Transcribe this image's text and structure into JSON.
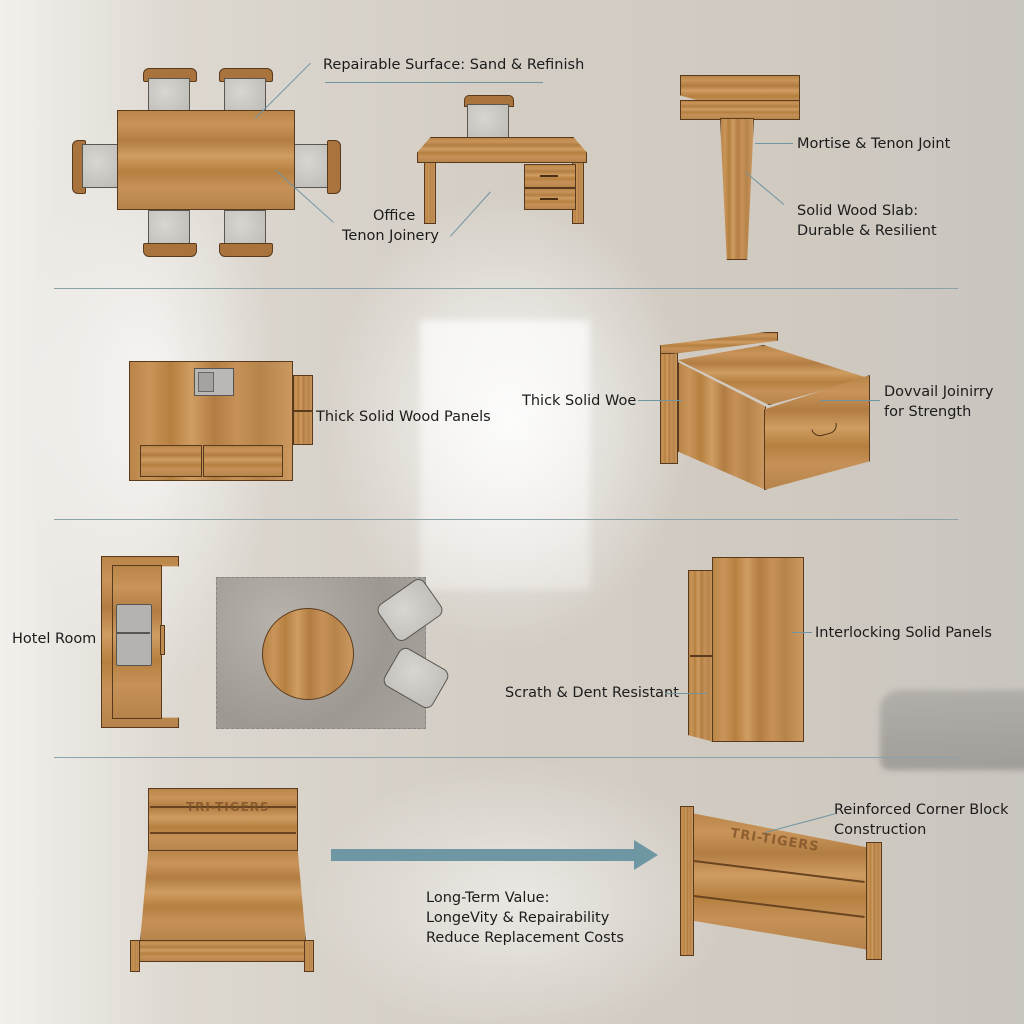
{
  "title": "Solid Wood Furniture Durability Infographic",
  "sections": [
    {
      "row": 1,
      "items": [
        {
          "illustration": "dining-table-with-six-chairs",
          "labels": [
            "Repairable Surface: Sand & Refinish"
          ]
        },
        {
          "illustration": "office-desk-with-chair-and-drawers",
          "labels": [
            "Office",
            "Tenon Joinery"
          ]
        },
        {
          "illustration": "table-corner-leg-detail",
          "labels": [
            "Mortise & Tenon Joint",
            "Solid Wood Slab:",
            "Durable & Resilient"
          ]
        }
      ]
    },
    {
      "row": 2,
      "items": [
        {
          "illustration": "kitchen-island-with-sink",
          "labels": [
            "Thick Solid Wood Panels"
          ]
        },
        {
          "illustration": "dovetail-drawer-box",
          "labels": [
            "Thick Solid Woe",
            "Dovvail Joinirry",
            "for Strength"
          ]
        }
      ]
    },
    {
      "row": 3,
      "items": [
        {
          "illustration": "hotel-room-vanity-with-sink",
          "labels": [
            "Hotel Room"
          ]
        },
        {
          "illustration": "rug-round-table-two-armchairs",
          "labels": []
        },
        {
          "illustration": "wardrobe-cabinet",
          "labels": [
            "Interlocking Solid Panels",
            "Scrath & Dent Resistant"
          ]
        }
      ]
    },
    {
      "row": 4,
      "items": [
        {
          "illustration": "bed-frame-with-headboard",
          "brand": "TRI-TIGERS"
        },
        {
          "illustration": "arrow-right",
          "labels": [
            "Long-Term Value:",
            "LongeVity & Repairability",
            "Reduce Replacement Costs"
          ]
        },
        {
          "illustration": "headboard-detail",
          "brand": "TRI-TIGERS",
          "labels": [
            "Reinforced Corner Block",
            "Construction"
          ]
        }
      ]
    }
  ],
  "labels": {
    "repairable": "Repairable Surface: Sand & Refinish",
    "office": "Office",
    "tenon": "Tenon Joinery",
    "mortise": "Mortise & Tenon Joint",
    "slab1": "Solid Wood Slab:",
    "slab2": "Durable & Resilient",
    "panels": "Thick Solid Wood Panels",
    "woe": "Thick Solid Woe",
    "dovetail1": "Dovvail Joinirry",
    "dovetail2": "for Strength",
    "hotel": "Hotel Room",
    "interlocking": "Interlocking Solid Panels",
    "scratch": "Scrath & Dent Resistant",
    "corner1": "Reinforced Corner Block",
    "corner2": "Construction",
    "value1": "Long-Term Value:",
    "value2": "LongeVity & Repairability",
    "value3": "Reduce Replacement Costs",
    "brand": "TRI-TIGERS"
  },
  "colors": {
    "accent_arrow": "#6f97a3",
    "divider": "#8aa3ab",
    "wood": "#b98548",
    "wood_outline": "#5a3a1c",
    "fabric": "#c9c7c2"
  }
}
